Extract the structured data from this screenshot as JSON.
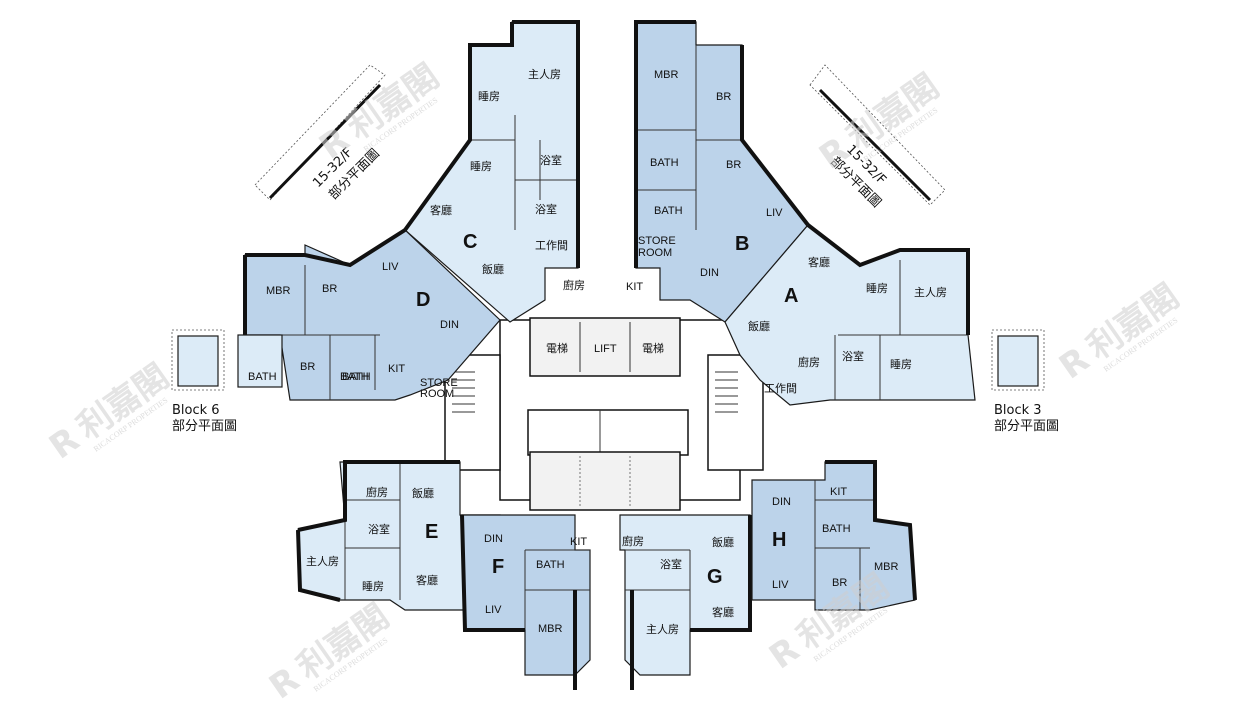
{
  "colors": {
    "room_light": "#dcebf7",
    "room_dark": "#bcd3ea",
    "wall": "#111111",
    "watermark": "#cfcfcf"
  },
  "watermark": {
    "logo_mark": "R",
    "text_cn": "利嘉閣",
    "text_en": "RICACORP PROPERTIES"
  },
  "partial_plans": {
    "upper_left_floor": "15-32/F",
    "upper_left_caption": "部分平面圖",
    "upper_right_floor": "15-32/F",
    "upper_right_caption": "部分平面圖",
    "block6_name": "Block 6",
    "block6_caption": "部分平面圖",
    "block3_name": "Block 3",
    "block3_caption": "部分平面圖",
    "block6_bath1": "BATH",
    "block6_bath2": "BATH"
  },
  "core": {
    "lift_left": "電梯",
    "lift_mid": "LIFT",
    "lift_right": "電梯"
  },
  "flats": {
    "A": {
      "letter": "A",
      "bedroom": "睡房",
      "master": "主人房",
      "bedroom2": "睡房",
      "living": "客廳",
      "dining": "飯廳",
      "kitchen": "廚房",
      "bath": "浴室",
      "utility": "工作間"
    },
    "B": {
      "letter": "B",
      "master": "MBR",
      "br1": "BR",
      "br2": "BR",
      "bath1": "BATH",
      "bath2": "BATH",
      "store": "STORE",
      "room": "ROOM",
      "living": "LIV",
      "dining": "DIN",
      "kitchen": "KIT"
    },
    "C": {
      "letter": "C",
      "master": "主人房",
      "bedroom1": "睡房",
      "bedroom2": "睡房",
      "bath1": "浴室",
      "bath2": "浴室",
      "utility": "工作間",
      "living": "客廳",
      "dining": "飯廳",
      "kitchen": "廚房"
    },
    "D": {
      "letter": "D",
      "master": "MBR",
      "br1": "BR",
      "br2": "BR",
      "living": "LIV",
      "dining": "DIN",
      "kitchen": "KIT",
      "bath": "BATH",
      "store": "STORE",
      "room": "ROOM"
    },
    "E": {
      "letter": "E",
      "kitchen": "廚房",
      "dining": "飯廳",
      "bath": "浴室",
      "master": "主人房",
      "bedroom": "睡房",
      "living": "客廳"
    },
    "F": {
      "letter": "F",
      "dining": "DIN",
      "kitchen": "KIT",
      "bath": "BATH",
      "living": "LIV",
      "master": "MBR"
    },
    "G": {
      "letter": "G",
      "kitchen": "廚房",
      "dining": "飯廳",
      "bath": "浴室",
      "living": "客廳",
      "master": "主人房"
    },
    "H": {
      "letter": "H",
      "dining": "DIN",
      "kitchen": "KIT",
      "bath": "BATH",
      "living": "LIV",
      "br": "BR",
      "master": "MBR"
    }
  }
}
